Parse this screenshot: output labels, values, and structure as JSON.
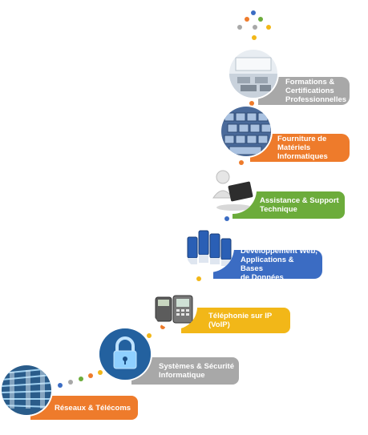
{
  "steps": [
    {
      "label": "Formations &\nCertifications\nProfessionnelles",
      "color": "#a8a8a8",
      "icon": "training-room-icon"
    },
    {
      "label": "Fourniture de\nMatériels\nInformatiques",
      "color": "#ee7b2b",
      "icon": "keyboard-icon"
    },
    {
      "label": "Assistance & Support\nTechnique",
      "color": "#6cac3b",
      "icon": "support-figure-icon"
    },
    {
      "label": "Développement Web,\nApplications & Bases\nde Données",
      "color": "#3b6cc3",
      "icon": "server-rack-icon"
    },
    {
      "label": "Téléphonie sur IP\n(VoIP)",
      "color": "#f2b718",
      "icon": "voip-phone-icon"
    },
    {
      "label": "Systèmes & Sécurité\nInformatique",
      "color": "#a8a8a8",
      "icon": "security-lock-icon"
    },
    {
      "label": "Réseaux & Télécoms",
      "color": "#ee7b2b",
      "icon": "network-cables-icon"
    }
  ],
  "palette": {
    "gray": "#a8a8a8",
    "orange": "#ee7b2b",
    "green": "#6cac3b",
    "blue": "#3b6cc3",
    "yellow": "#f2b718"
  }
}
